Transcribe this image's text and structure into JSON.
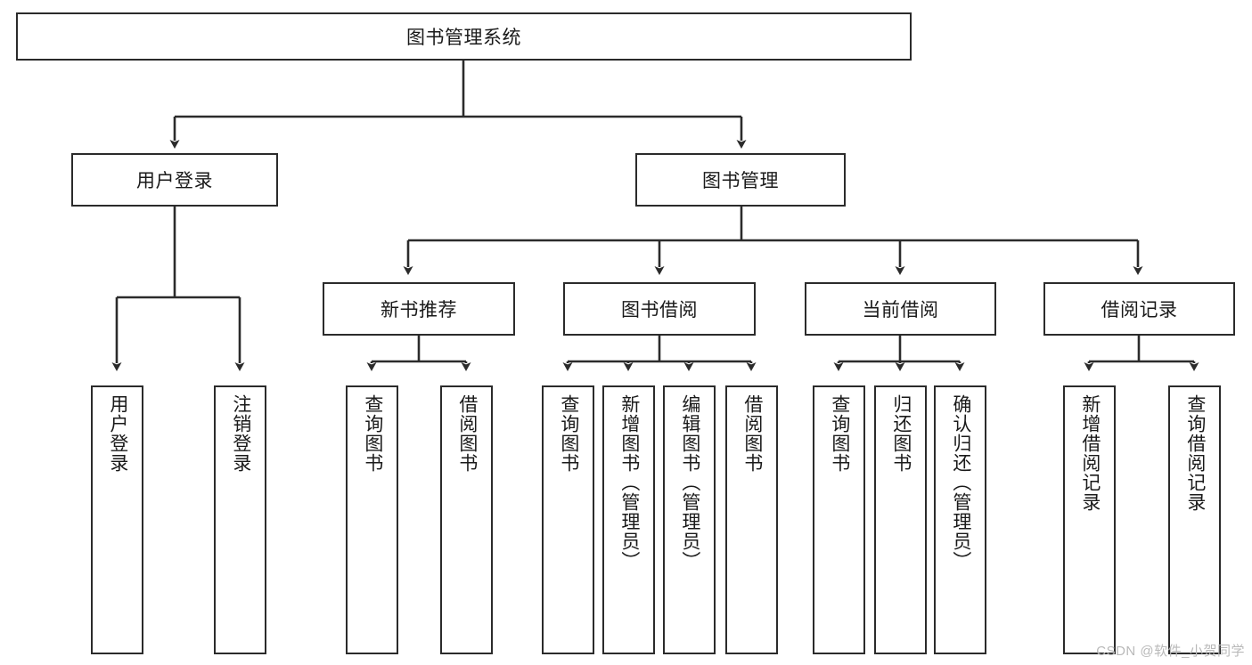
{
  "diagram": {
    "type": "tree",
    "title": "图书管理系统",
    "orientation": "top-down",
    "colors": {
      "stroke": "#2b2b2b",
      "fill": "#ffffff",
      "text": "#1a1a1a",
      "watermark": "#b9b9b9"
    }
  },
  "nodes": {
    "root": {
      "label": "图书管理系统"
    },
    "level1": [
      {
        "id": "user-login",
        "label": "用户登录"
      },
      {
        "id": "book-manage",
        "label": "图书管理"
      }
    ],
    "level2": [
      {
        "id": "new-book-rec",
        "label": "新书推荐"
      },
      {
        "id": "book-borrow",
        "label": "图书借阅"
      },
      {
        "id": "current-borrow",
        "label": "当前借阅"
      },
      {
        "id": "borrow-record",
        "label": "借阅记录"
      }
    ],
    "leaves": {
      "user_login": [
        {
          "id": "leaf-user-login",
          "label": "用户登录"
        },
        {
          "id": "leaf-logout",
          "label": "注销登录"
        }
      ],
      "new_book_rec": [
        {
          "id": "leaf-query-book-1",
          "label": "查询图书"
        },
        {
          "id": "leaf-borrow-book-1",
          "label": "借阅图书"
        }
      ],
      "book_borrow": [
        {
          "id": "leaf-query-book-2",
          "label": "查询图书"
        },
        {
          "id": "leaf-add-book",
          "label": "新增图书（管理员）"
        },
        {
          "id": "leaf-edit-book",
          "label": "编辑图书（管理员）"
        },
        {
          "id": "leaf-borrow-book-2",
          "label": "借阅图书"
        }
      ],
      "current_borrow": [
        {
          "id": "leaf-query-book-3",
          "label": "查询图书"
        },
        {
          "id": "leaf-return-book",
          "label": "归还图书"
        },
        {
          "id": "leaf-confirm-return",
          "label": "确认归还（管理员）"
        }
      ],
      "borrow_record": [
        {
          "id": "leaf-add-record",
          "label": "新增借阅记录"
        },
        {
          "id": "leaf-query-record",
          "label": "查询借阅记录"
        }
      ]
    }
  },
  "watermark": {
    "text": "CSDN @软件_小贺同学"
  }
}
